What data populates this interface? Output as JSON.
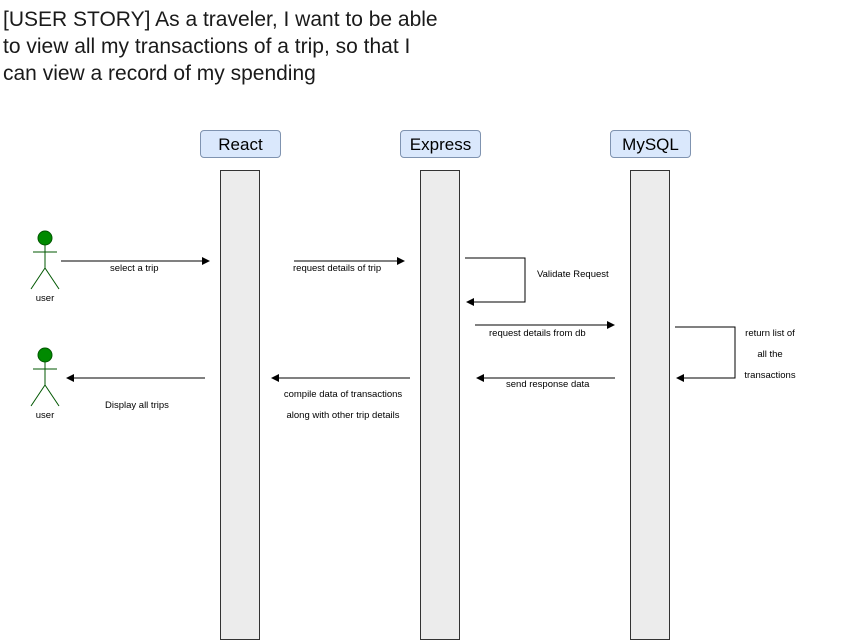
{
  "story": {
    "line1": "[USER STORY] As a traveler, I want to be able",
    "line2": "to view all my transactions of a trip, so that I",
    "line3": "can view a record of my spending"
  },
  "lifelines": {
    "react": "React",
    "express": "Express",
    "mysql": "MySQL"
  },
  "actors": {
    "top": "user",
    "bottom": "user"
  },
  "messages": {
    "select_trip": "select a trip",
    "request_details": "request details of trip",
    "validate_request": "Validate Request",
    "request_from_db": "request details from db",
    "return_line1": "return list of",
    "return_line2": "all the",
    "return_line3": "transactions",
    "send_response": "send response data",
    "compile_line1": "compile data of transactions",
    "compile_line2": "along with other trip details",
    "display_trips": "Display all trips"
  },
  "colors": {
    "header_fill": "#dae8fc",
    "lifeline_fill": "#ececec",
    "actor_head": "#008a00",
    "actor_stroke": "#005700"
  }
}
